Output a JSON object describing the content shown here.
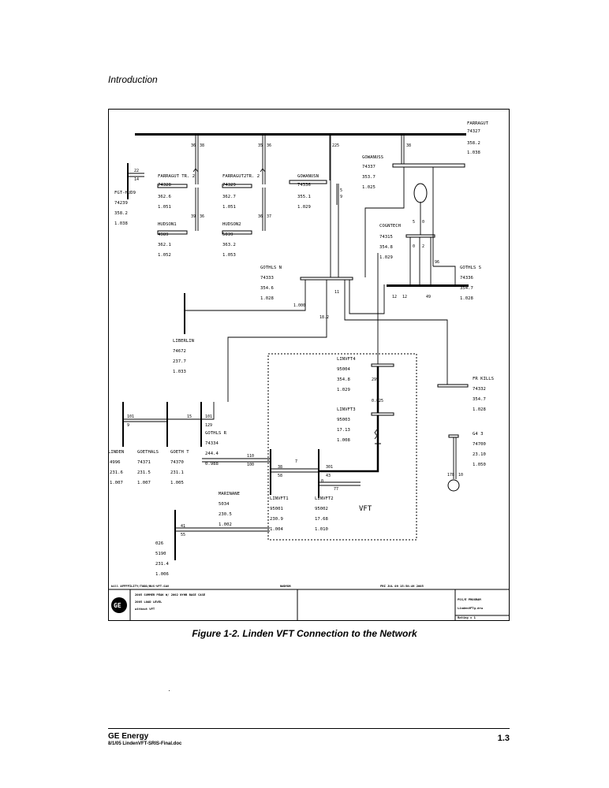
{
  "header": {
    "section": "Introduction"
  },
  "caption": "Figure 1-2.  Linden VFT Connection to the Network",
  "footer": {
    "company": "GE Energy",
    "file": "8/1/05 LindenVFT-SRIS-Final.doc",
    "page": "1.3"
  },
  "buses": {
    "farragut": [
      "FARRAGUT",
      "74327",
      "358.2",
      "1.038"
    ],
    "fgt_hud9": [
      "FGT-HUD9",
      "74239",
      "358.2",
      "1.038"
    ],
    "farragut_tr2": [
      "FARRAGUT TR. 2",
      "74328",
      "362.6",
      "1.051"
    ],
    "farragut2tr2": [
      "FARRAGUT2TR. 2",
      "74329",
      "362.7",
      "1.051"
    ],
    "gowanusn": [
      "GOWANUSN",
      "74336",
      "355.1",
      "1.029"
    ],
    "gowanuss": [
      "GOWANUSS",
      "74337",
      "353.7",
      "1.025"
    ],
    "hudson1": [
      "HUDSON1",
      "4989",
      "362.1",
      "1.052"
    ],
    "hudson2": [
      "HUDSON2",
      "5039",
      "363.2",
      "1.053"
    ],
    "cogntech": [
      "COGNTECH",
      "74315",
      "354.8",
      "1.029"
    ],
    "gothls_n": [
      "GOTHLS N",
      "74333",
      "354.6",
      "1.028"
    ],
    "gothls_s": [
      "GOTHLS S",
      "74336",
      "354.7",
      "1.028"
    ],
    "liberlin": [
      "LIBERLIN",
      "74672",
      "237.7",
      "1.033"
    ],
    "linvft4": [
      "LINVFT4",
      "95004",
      "354.8",
      "1.029"
    ],
    "linvft3": [
      "LINVFT3",
      "95003",
      "17.13",
      "1.008"
    ],
    "fr_kills": [
      "FR KILLS",
      "74332",
      "354.7",
      "1.028"
    ],
    "gothls_r": [
      "GOTHLS R",
      "74334",
      "244.4",
      "0.988"
    ],
    "linden": [
      "LINDEN",
      "4996",
      "231.6",
      "1.007"
    ],
    "goethals": [
      "GOETHALS",
      "74371",
      "231.5",
      "1.007"
    ],
    "goeth_t": [
      "GOETH T",
      "74370",
      "231.1",
      "1.005"
    ],
    "g4_3": [
      "G4 3",
      "74700",
      "23.10",
      "1.050"
    ],
    "marinane": [
      "MARINANE",
      "5034",
      "230.5",
      "1.002"
    ],
    "linvft1": [
      "LINVFT1",
      "95001",
      "230.9",
      "1.004"
    ],
    "linvft2": [
      "LINVFT2",
      "95002",
      "17.68",
      "1.010"
    ],
    "b026": [
      "026",
      "5190",
      "231.4",
      "1.006"
    ]
  },
  "flows": [
    "36",
    "38",
    "35",
    "36",
    "39",
    "36",
    "36",
    "37",
    "38",
    "22",
    "14",
    "225",
    "5",
    "9",
    "96",
    "5",
    "0",
    "2",
    "0",
    "1.000",
    "18.2",
    "11",
    "101",
    "9",
    "15",
    "101",
    "129",
    "110",
    "100",
    "301",
    "43",
    "38",
    "58",
    "12",
    "12",
    "49",
    "0.025",
    "299",
    "0",
    "77",
    "41",
    "55",
    "178",
    "10",
    "7"
  ],
  "vft_label": "VFT",
  "title_block": {
    "filename": "bill  AFFFFILITY/TODD/BUS-VFT.SAV",
    "user": "NWDYDR",
    "date": "FRI JUL 09 15:58:49 2005",
    "case_line1": "2005 SUMMER PEAK W/ 2002 NYHB BASE CASE",
    "case_line2": "2005 LOAD LEVEL",
    "case_line3": "without VFT",
    "prog1": "PSS/E PROGRAM",
    "prog2": "LindenVFTg.drw",
    "prog3": "Rating =  1",
    "logo": "GE"
  }
}
